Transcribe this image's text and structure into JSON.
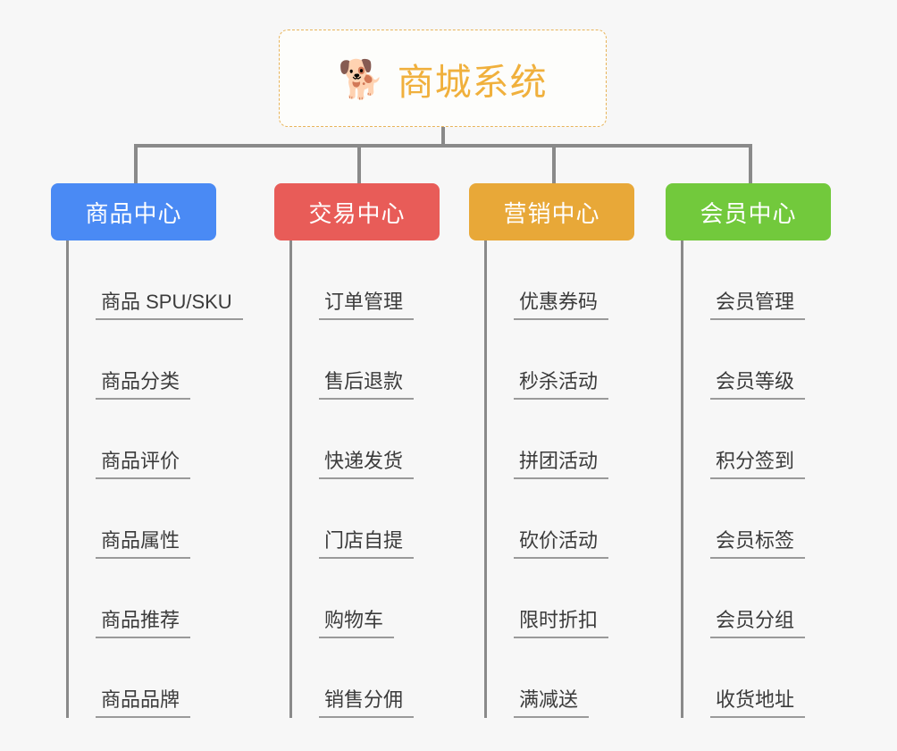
{
  "root": {
    "icon": "shiba-dog-emoji",
    "emoji": "🐕",
    "title": "商城系统",
    "border_color": "#e8b45a",
    "text_color": "#f0b03c"
  },
  "connector_color": "#8a8a8a",
  "background_color": "#f7f7f7",
  "columns": [
    {
      "id": "product-center",
      "title": "商品中心",
      "color": "#4a8af4",
      "leaves": [
        "商品 SPU/SKU",
        "商品分类",
        "商品评价",
        "商品属性",
        "商品推荐",
        "商品品牌"
      ]
    },
    {
      "id": "trade-center",
      "title": "交易中心",
      "color": "#e85c58",
      "leaves": [
        "订单管理",
        "售后退款",
        "快递发货",
        "门店自提",
        "购物车",
        "销售分佣"
      ]
    },
    {
      "id": "marketing-center",
      "title": "营销中心",
      "color": "#e8a838",
      "leaves": [
        "优惠券码",
        "秒杀活动",
        "拼团活动",
        "砍价活动",
        "限时折扣",
        "满减送"
      ]
    },
    {
      "id": "member-center",
      "title": "会员中心",
      "color": "#72c93c",
      "leaves": [
        "会员管理",
        "会员等级",
        "积分签到",
        "会员标签",
        "会员分组",
        "收货地址"
      ]
    }
  ]
}
